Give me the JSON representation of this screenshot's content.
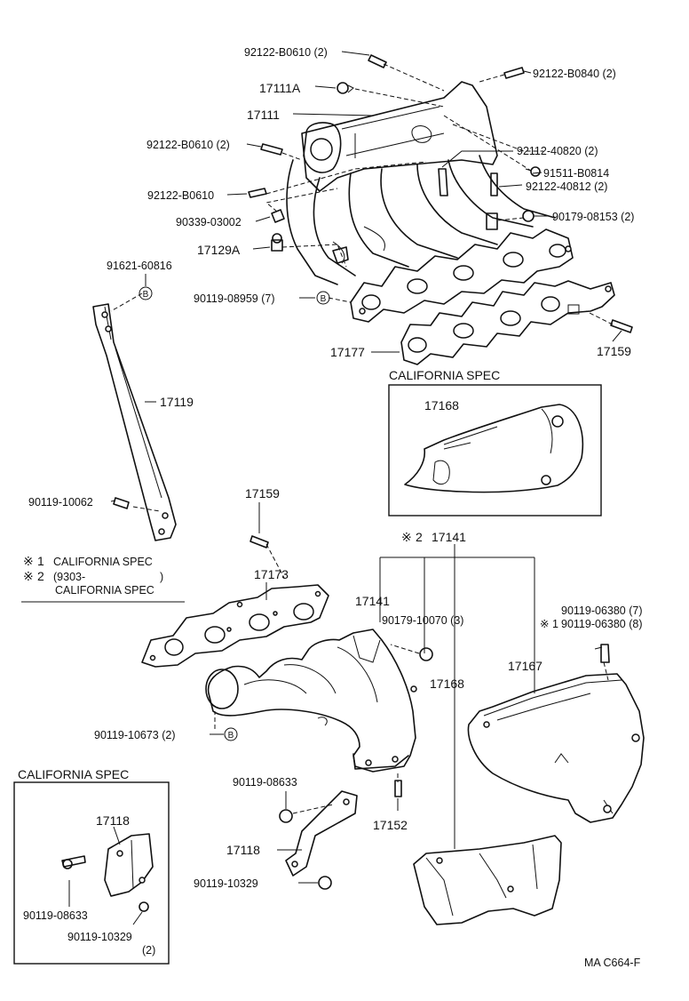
{
  "labels": {
    "l_92122_B0610_top": "92122-B0610 (2)",
    "l_92122_B0840": "92122-B0840 (2)",
    "l_17111A": "17111A",
    "l_17111": "17111",
    "l_92122_B0610_mid": "92122-B0610 (2)",
    "l_92112_40820": "92112-40820 (2)",
    "l_91511_B0814": "91511-B0814",
    "l_92122_40812": "92122-40812 (2)",
    "l_92122_B0610_low": "92122-B0610",
    "l_90179_08153": "90179-08153 (2)",
    "l_90339_03002": "90339-03002",
    "l_17129A": "17129A",
    "l_91621_60816": "91621-60816",
    "l_90119_08959": "90119-08959 (7)",
    "l_17177": "17177",
    "l_17159_top": "17159",
    "l_17119": "17119",
    "l_90119_10062": "90119-10062",
    "l_17159_mid": "17159",
    "l_note1": "CALIFORNIA SPEC",
    "l_note2_a": "(9303-",
    "l_note2_b": ")",
    "l_note2_c": "CALIFORNIA SPEC",
    "l_17173": "17173",
    "l_17141_top": "17141",
    "l_17141_mid": "17141",
    "l_90179_10070": "90179-10070 (3)",
    "l_90119_06380_a": "90119-06380 (7)",
    "l_90119_06380_b": "90119-06380 (8)",
    "l_17167": "17167",
    "l_17168_mid": "17168",
    "l_90119_10673": "90119-10673 (2)",
    "l_90119_08633": "90119-08633",
    "l_17152": "17152",
    "l_17118": "17118",
    "l_90119_10329": "90119-10329",
    "l_cal_box1_title": "CALIFORNIA SPEC",
    "l_17168_box": "17168",
    "l_cal_box2_title": "CALIFORNIA SPEC",
    "l_17118_box": "17118",
    "l_90119_08633_box": "90119-08633",
    "l_90119_10329_box": "90119-10329",
    "l_qty2_box": "(2)",
    "l_catalog": "MA C664-F",
    "mark_ref": "※",
    "mark_1": "1",
    "mark_2": "2",
    "badge_B": "B"
  }
}
